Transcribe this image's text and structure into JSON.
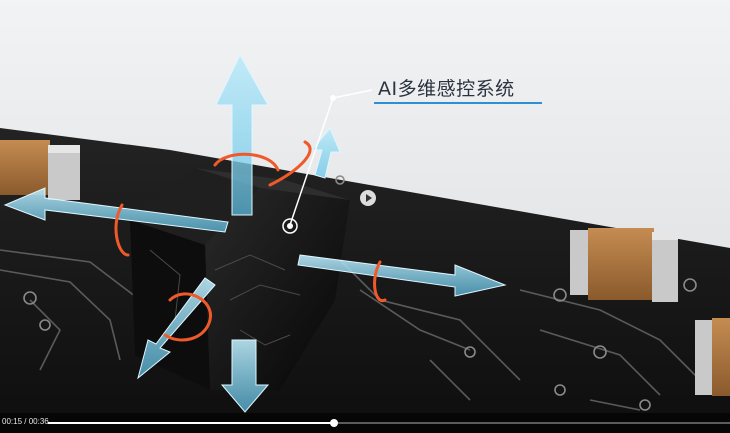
{
  "callout": {
    "label": "AI多维感控系统"
  },
  "player": {
    "current_time": "00:15",
    "separator": " / ",
    "duration": "00:36",
    "progress": 0.42
  },
  "colors": {
    "accent_line": "#2f8fd6",
    "arrow_glow": "#8fd8f2",
    "rotation_arc": "#f0592a",
    "board": "#171717",
    "component": "#b07a45"
  },
  "icons": {
    "play": "play-icon"
  }
}
